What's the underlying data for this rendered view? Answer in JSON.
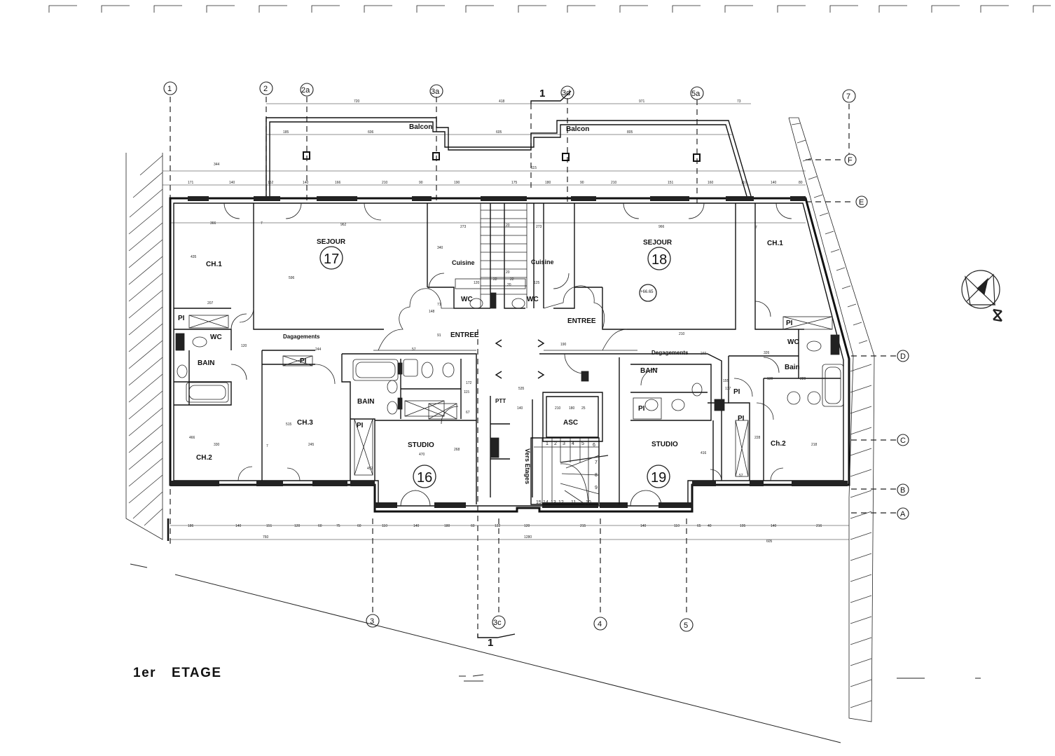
{
  "floor": {
    "level": "1er",
    "name": "ETAGE"
  },
  "apartments": [
    {
      "number": "17",
      "rooms": [
        "SEJOUR",
        "CH.1",
        "CH.2",
        "CH.3",
        "BAIN",
        "WC",
        "PI",
        "Cuisine",
        "ENTREE",
        "Degagements"
      ]
    },
    {
      "number": "16",
      "rooms": [
        "STUDIO",
        "BAIN",
        "PI"
      ]
    },
    {
      "number": "18",
      "rooms": [
        "SEJOUR",
        "CH.1",
        "Ch.2",
        "Bain",
        "WC",
        "PI",
        "Cuisine",
        "ENTREE",
        "Degagements"
      ]
    },
    {
      "number": "19",
      "rooms": [
        "STUDIO",
        "BAIN",
        "PI"
      ]
    }
  ],
  "labels": {
    "balcon": "Balcon",
    "sejour": "SEJOUR",
    "ch1": "CH.1",
    "ch2": "CH.2",
    "ch2_east": "Ch.2",
    "ch3": "CH.3",
    "bain": "BAIN",
    "bain_east": "Bain",
    "wc": "WC",
    "pi": "PI",
    "cuisine": "Cuisine",
    "entree": "ENTREE",
    "degagements": "Dagagements",
    "degagements_east": "Degagements",
    "studio": "STUDIO",
    "asc": "ASC",
    "ptt": "PTT",
    "vers_etages": "Vers Etages",
    "level_mark": "+66.65",
    "section_mark": "1"
  },
  "grid_axes": {
    "top": [
      "1",
      "2",
      "2a",
      "3a",
      "3d",
      "5a",
      "7"
    ],
    "bottom": [
      "3",
      "3c",
      "4",
      "5"
    ],
    "right": [
      "F",
      "E",
      "D",
      "C",
      "B",
      "A"
    ]
  },
  "stair_steps": [
    "1",
    "2",
    "3",
    "4",
    "5",
    "6",
    "7",
    "8",
    "9",
    "10",
    "11",
    "12",
    "13",
    "14",
    "15"
  ],
  "dimensions": {
    "top_row1": [
      "720",
      "418",
      "971",
      "73"
    ],
    "top_row2": [
      "185",
      "606",
      "605",
      "805"
    ],
    "top_row3": [
      "344",
      "115"
    ],
    "top_row4": [
      "171",
      "140",
      "152",
      "140",
      "166",
      "210",
      "90",
      "190",
      "175",
      "180",
      "90",
      "210",
      "151",
      "160",
      "110",
      "140",
      "80"
    ],
    "interior": [
      "366",
      "7",
      "962",
      "273",
      "20",
      "273",
      "966",
      "7",
      "435",
      "596",
      "340",
      "20",
      "120",
      "22",
      "22",
      "20",
      "125",
      "207",
      "148",
      "71",
      "91",
      "57",
      "120",
      "244",
      "190",
      "240",
      "210",
      "330",
      "245",
      "7",
      "470",
      "466",
      "515",
      "452",
      "535",
      "268",
      "326",
      "416",
      "228",
      "218",
      "137",
      "155",
      "180",
      "140",
      "210",
      "25",
      "220",
      "130",
      "57",
      "67",
      "172",
      "115"
    ],
    "bottom_row1": [
      "186",
      "140",
      "151",
      "120",
      "60",
      "75",
      "60",
      "110",
      "140",
      "180",
      "60",
      "122",
      "120",
      "215",
      "140",
      "110",
      "65",
      "40",
      "195",
      "140",
      "216"
    ],
    "bottom_row2": [
      "760",
      "1280",
      "605"
    ]
  },
  "colors": {
    "ink": "#111111",
    "paper": "#ffffff",
    "hatch": "#333333"
  }
}
